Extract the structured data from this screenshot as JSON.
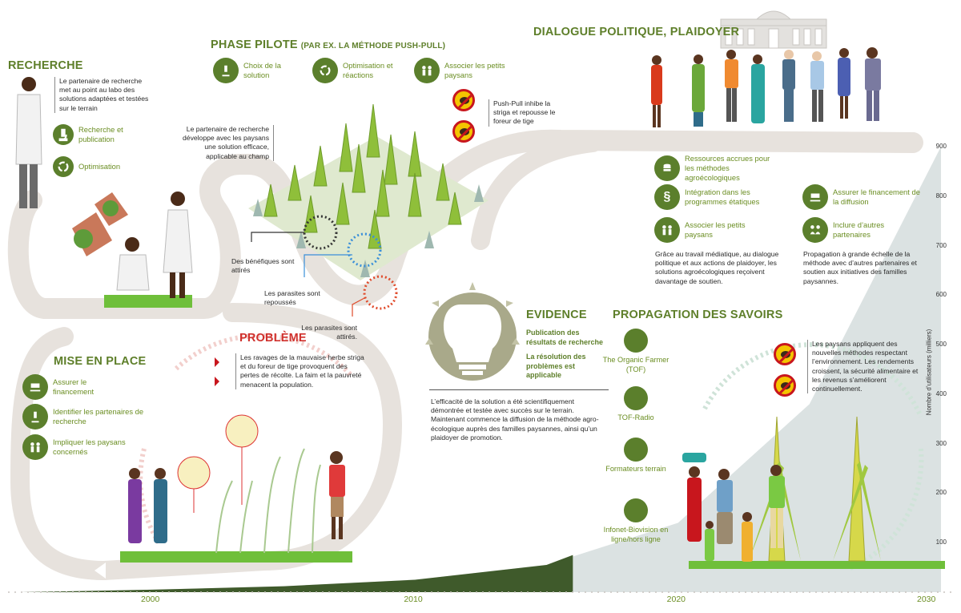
{
  "recherche": {
    "title": "RECHERCHE",
    "text": "Le partenaire de recherche met au point au labo des solutions adaptées et testées sur le terrain",
    "items": [
      "Recherche et publication",
      "Optimisation"
    ],
    "icons": [
      "microscope-icon",
      "cycle-icon"
    ]
  },
  "phase_pilote": {
    "title": "PHASE PILOTE",
    "subtitle": "(PAR EX. LA MÉTHODE PUSH-PULL)",
    "items": [
      "Choix de la solution",
      "Optimisation et réactions",
      "Associer les petits paysans"
    ],
    "pushpull": "Push-Pull inhibe la striga et repousse le foreur de tige",
    "partner_text": "Le partenaire de recherche développe avec les paysans une solution efficace, applicable au champ",
    "beneficiaires": "Des bénéfiques sont attirés",
    "repousses": "Les parasites sont repoussés",
    "attires": "Les parasites sont attirés."
  },
  "dialogue": {
    "title": "DIALOGUE POLITIQUE, PLAIDOYER",
    "items": [
      "Ressources accrues pour les méthodes agroécologiques",
      "Intégration dans les programmes étatiques",
      "Associer les petits paysans",
      "Assurer le financement de la diffusion",
      "Inclure d’autres partenaires"
    ],
    "text_left": "Grâce au travail médiatique, au dialogue politique et aux actions de plaidoyer, les solutions agroécologiques reçoivent davantage de soutien.",
    "text_right": "Propagation à grande échelle de la méthode avec d’autres partenaires et soutien aux initiatives des familles paysannes."
  },
  "mise_en_place": {
    "title": "MISE EN PLACE",
    "items": [
      "Assurer le financement",
      "Identifier les partenaires de recherche",
      "Impliquer les paysans concernés"
    ]
  },
  "probleme": {
    "title": "PROBLÈME",
    "text": "Les ravages de la mauvaise herbe striga et du foreur de tige provoquent des pertes de récolte. La faim et la pauvreté menacent la population."
  },
  "evidence": {
    "title": "EVIDENCE",
    "item1": "Publication des résultats de recherche",
    "item2": "La résolution des problèmes est applicable",
    "text": "L’efficacité de la solution a été scientifiquement démontrée et testée avec succès sur le terrain. Maintenant commence la diffusion de la méthode agro-écologique auprès des familles paysannes, ainsi qu’un plaidoyer de promotion."
  },
  "propagation": {
    "title": "PROPAGATION DES SAVOIRS",
    "items": [
      "The Organic Farmer (TOF)",
      "TOF-Radio",
      "Formateurs terrain",
      "Infonet-Biovision en ligne/hors ligne"
    ],
    "text": "Les paysans appliquent des nouvelles méthodes respectant l’environnement. Les rendements croissent, la sécurité alimentaire et les revenus s’améliorent continuellement."
  },
  "chart_data": {
    "type": "area",
    "ylabel": "Nombre d’utilisateurs (milliers)",
    "ylim": [
      0,
      900
    ],
    "yticks": [
      "100",
      "200",
      "300",
      "400",
      "500",
      "600",
      "700",
      "800",
      "900"
    ],
    "xticks": [
      "2000",
      "2010",
      "2020",
      "2030"
    ],
    "x": [
      1995,
      2000,
      2005,
      2010,
      2015,
      2020,
      2025,
      2030
    ],
    "values": [
      0,
      5,
      12,
      25,
      55,
      140,
      380,
      900
    ]
  },
  "colors": {
    "accent": "#5b7f2c",
    "text_green": "#6b8e23",
    "path": "#e5e0dc",
    "area": "#3f5a2b"
  }
}
